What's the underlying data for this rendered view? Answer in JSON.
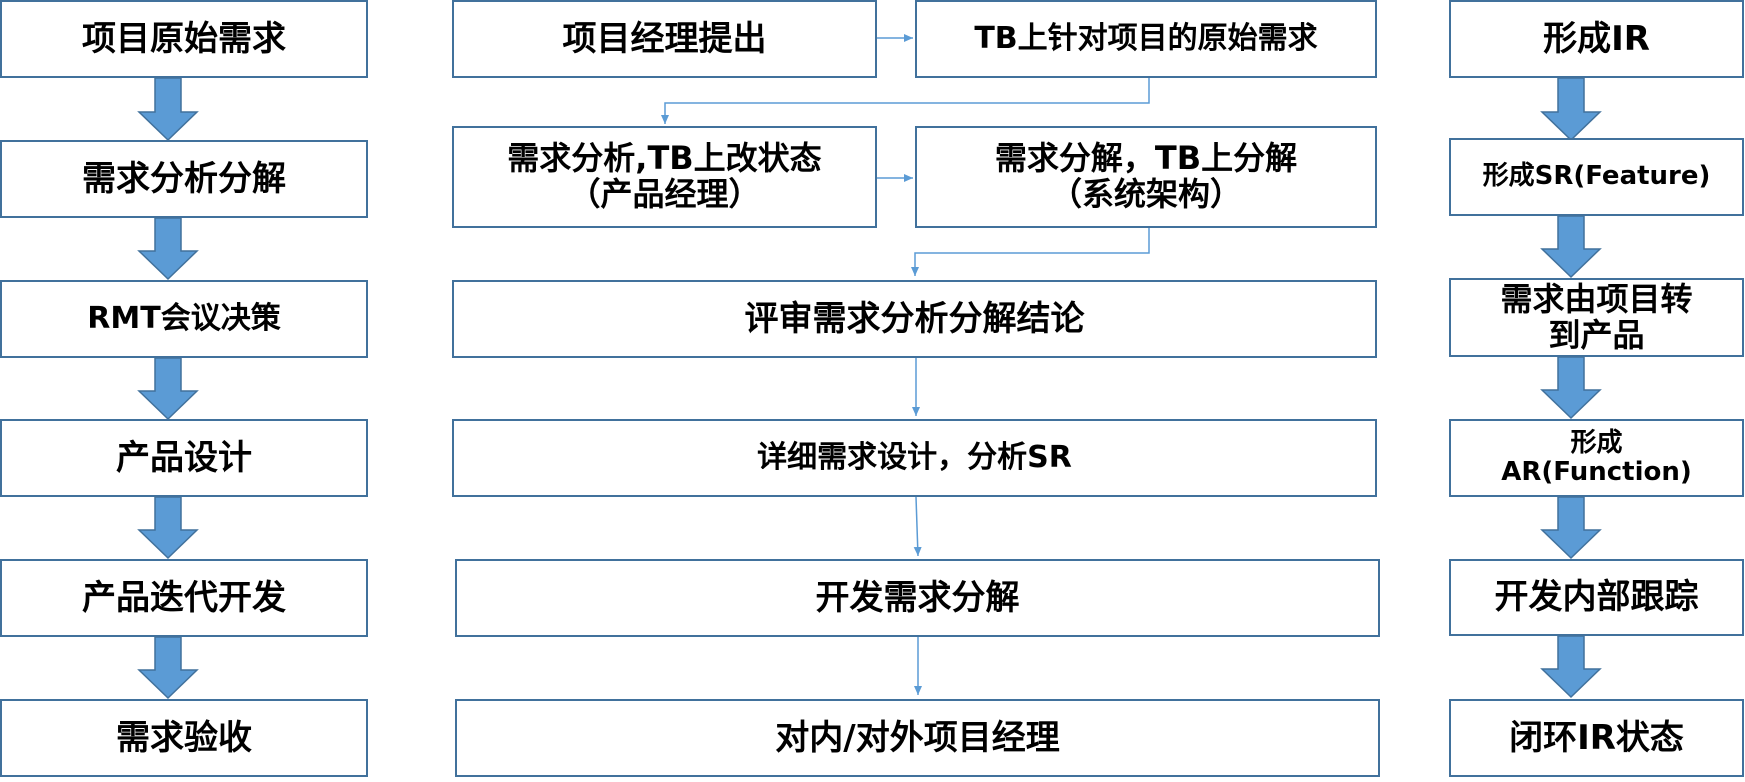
{
  "left_column": [
    "项目原始需求",
    "需求分析分解",
    "RMT会议决策",
    "产品设计",
    "产品迭代开发",
    "需求验收"
  ],
  "middle_column": {
    "propose": "项目经理提出",
    "tb_original": "TB上针对项目的原始需求",
    "analysis": "需求分析,TB上改状态\n（产品经理）",
    "decompose": "需求分解，TB上分解\n（系统架构）",
    "review": "评审需求分析分解结论",
    "detail_design": "详细需求设计，分析SR",
    "dev_decompose": "开发需求分解",
    "pm": "对内/对外项目经理"
  },
  "right_column": [
    "形成IR",
    "形成SR(Feature)",
    "需求由项目转\n到产品",
    "形成\nAR(Function)",
    "开发内部跟踪",
    "闭环IR状态"
  ],
  "colors": {
    "box_border": "#41719c",
    "block_arrow_fill": "#5b9bd5",
    "block_arrow_stroke": "#41719c",
    "connector": "#5b9bd5"
  }
}
